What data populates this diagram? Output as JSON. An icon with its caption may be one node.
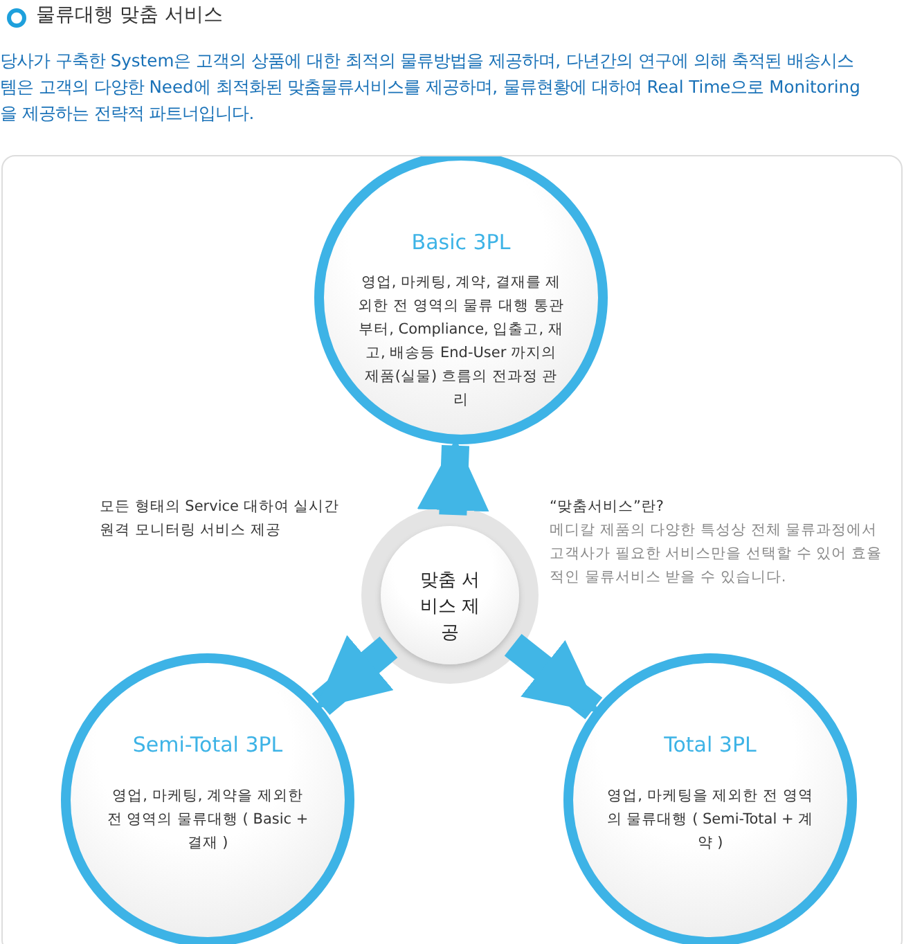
{
  "diagram": {
    "title": "물류대행 맞춤 서비스",
    "caption": "당사가 구축한 System은 고객의 상품에 대한 최적의 물류방법을 제공하며, 다년간의 연구에 의해 축적된 배송시스템은 고객의 다양한 Need에 최적화된 맞춤물류서비스를 제공하며, 물류현황에 대하여 Real Time으로 Monitoring을 제공하는 전략적 파트너입니다.",
    "nodes": [
      {
        "text": [
          "Basic 3PL",
          "영업, 마케팅, 계약, 결재를 제외한 전 영역의 물류 대행 통관부터, Compliance, 입출고, 재고, 배송등 End-User 까지의 제품(실물) 흐름의 전과정 관리"
        ]
      },
      {
        "text": [
          "맞춤 서비스 제공"
        ]
      },
      {
        "text": [
          "Semi-Total 3PL",
          "영업, 마케팅, 계약을 제외한 전 영역의 물류대행 ( Basic + 결재 )"
        ]
      },
      {
        "text": [
          "Total 3PL",
          "영업, 마케팅을 제외한 전 영역의 물류대행 ( Semi-Total + 계약 )"
        ]
      }
    ],
    "edges": [
      {
        "from": 1,
        "to": 0,
        "arrow": "to"
      },
      {
        "from": 1,
        "to": 2,
        "arrow": "to"
      },
      {
        "from": 1,
        "to": 3,
        "arrow": "to"
      }
    ],
    "labels": [
      "모든 형태의 Service 대하여 실시간 원격 모니터링 서비스 제공",
      "“맞춤서비스”란?",
      "메디칼 제품의 다양한 특성상 전체 물류과정에서 고객사가 필요한 서비스만을 선택할 수 있어 효율적인 물류서비스 받을 수 있습니다."
    ]
  }
}
